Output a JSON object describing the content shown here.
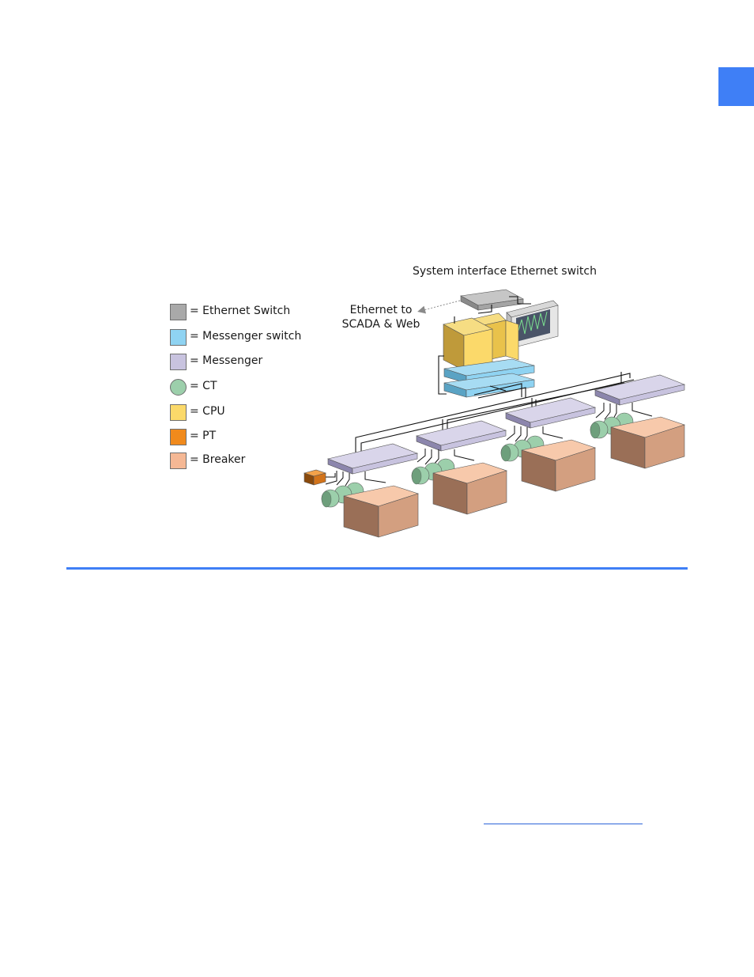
{
  "page": {
    "accent_color": "#3f7ff6",
    "link_color": "#2c63d9"
  },
  "diagram": {
    "title": "System interface Ethernet switch",
    "ethernet_label_line1": "Ethernet to",
    "ethernet_label_line2": "SCADA & Web",
    "colors": {
      "ethernet_switch": "#a9a9a9",
      "messenger_switch": "#8fd3f2",
      "messenger": "#c8c3df",
      "ct": "#9ccfab",
      "cpu": "#fbd96a",
      "pt": "#f08a1c",
      "breaker": "#f5b895"
    }
  },
  "legend": [
    {
      "label": "= Ethernet Switch",
      "color": "#a9a9a9",
      "shape": "square"
    },
    {
      "label": "= Messenger switch",
      "color": "#8fd3f2",
      "shape": "square"
    },
    {
      "label": "= Messenger",
      "color": "#c8c3df",
      "shape": "square"
    },
    {
      "label": "= CT",
      "color": "#9ccfab",
      "shape": "circle"
    },
    {
      "label": "= CPU",
      "color": "#fbd96a",
      "shape": "square"
    },
    {
      "label": "= PT",
      "color": "#f08a1c",
      "shape": "square"
    },
    {
      "label": "= Breaker",
      "color": "#f5b895",
      "shape": "square"
    }
  ]
}
